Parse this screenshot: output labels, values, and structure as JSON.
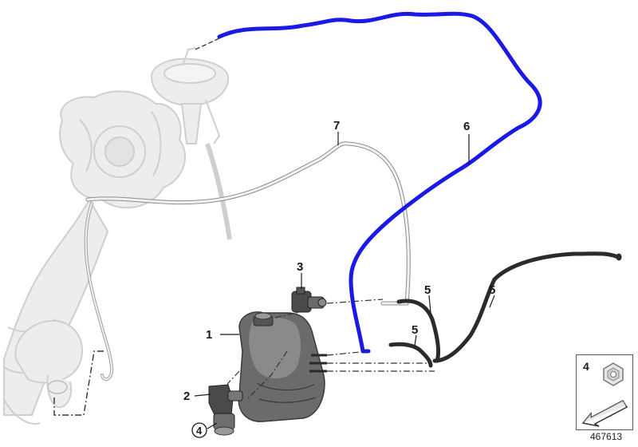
{
  "callouts": {
    "c1": "1",
    "c2": "2",
    "c3": "3",
    "c4": "4",
    "c5a": "5",
    "c5b": "5",
    "c5c": "5",
    "c6": "6",
    "c7": "7"
  },
  "legend": {
    "nut_label": "4",
    "nut_icon": "hex-nut-icon",
    "arrow_icon": "arrow-down-left-icon"
  },
  "diagram_number": "467613",
  "colors": {
    "highlight_hose": "#1a1ae6",
    "ghost_parts": "#d4d4d4",
    "dark_hose": "#2b2b2b"
  }
}
